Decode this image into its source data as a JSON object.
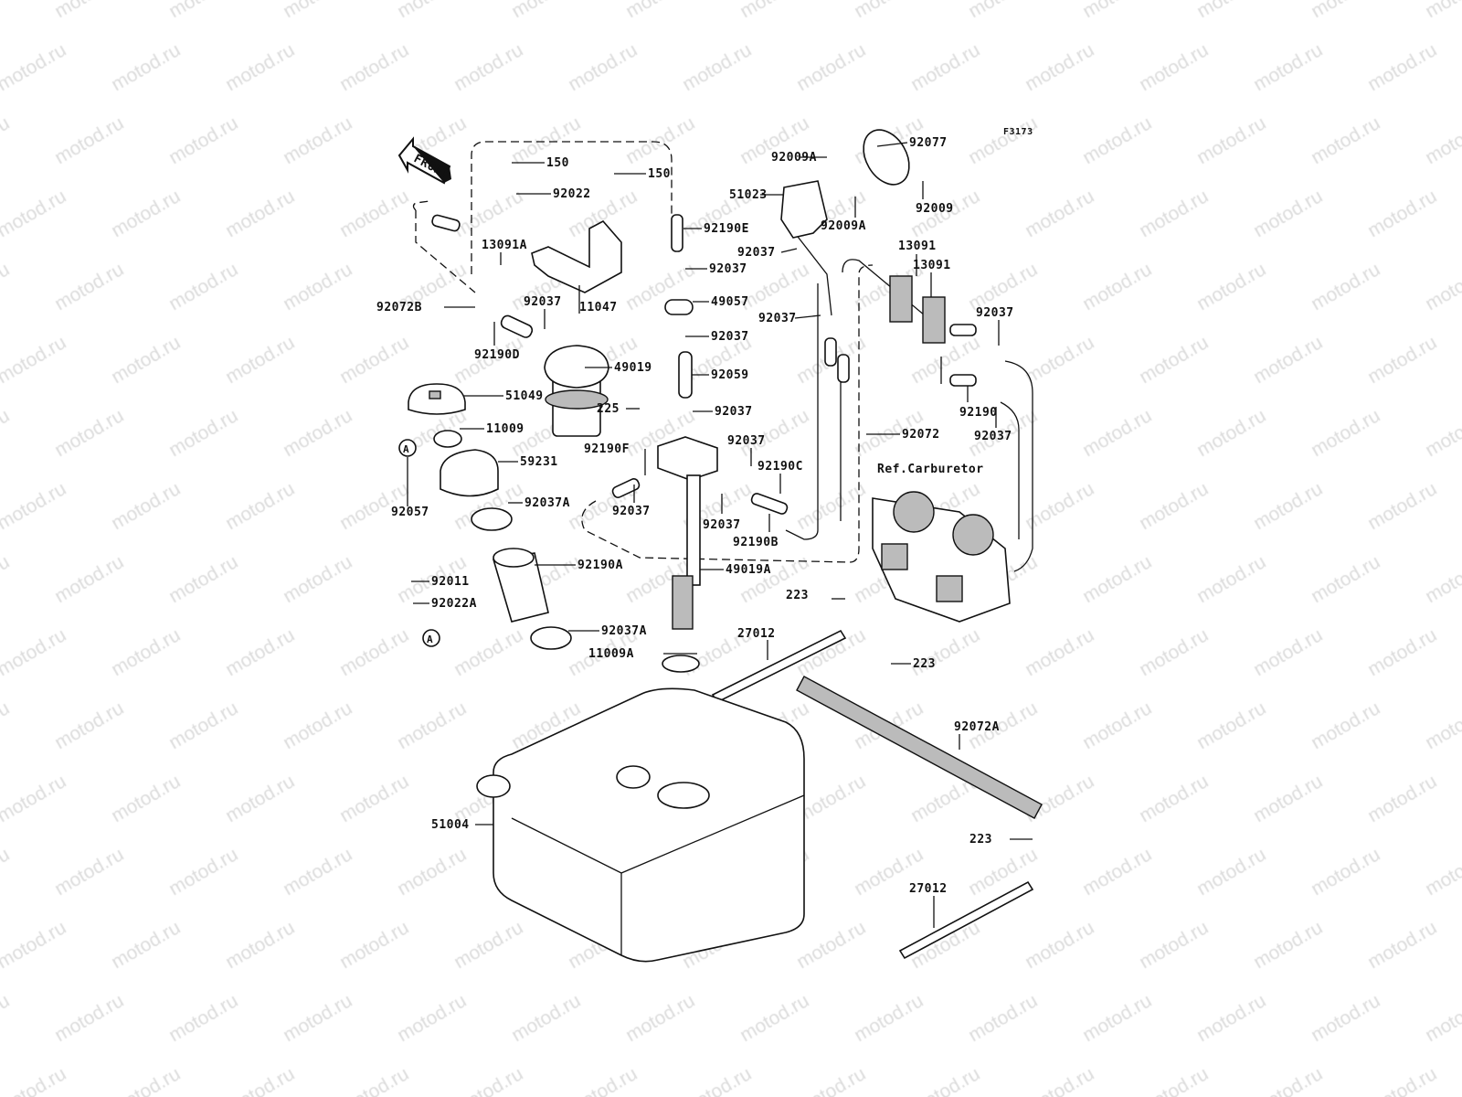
{
  "watermark": "motod.ru",
  "figure_code": "F3173",
  "front_label": "FRONT",
  "ref_label": "Ref.Carburetor",
  "circle_marker": "A",
  "labels": [
    "150",
    "150",
    "92022",
    "13091A",
    "11047",
    "92072B",
    "92037",
    "92190D",
    "49019",
    "51049",
    "11009",
    "59231",
    "92057",
    "92037A",
    "92190A",
    "92011",
    "92022A",
    "92037A",
    "11009A",
    "51004",
    "92190E",
    "92037",
    "49057",
    "92037",
    "92059",
    "225",
    "92037",
    "92190F",
    "92037",
    "92037",
    "92190C",
    "92037",
    "92190B",
    "49019A",
    "92009A",
    "92077",
    "51023",
    "92009",
    "92009A",
    "92037",
    "92037",
    "13091",
    "13091",
    "92037",
    "92190",
    "92037",
    "92072",
    "223",
    "27012",
    "223",
    "92072A",
    "223",
    "27012"
  ]
}
